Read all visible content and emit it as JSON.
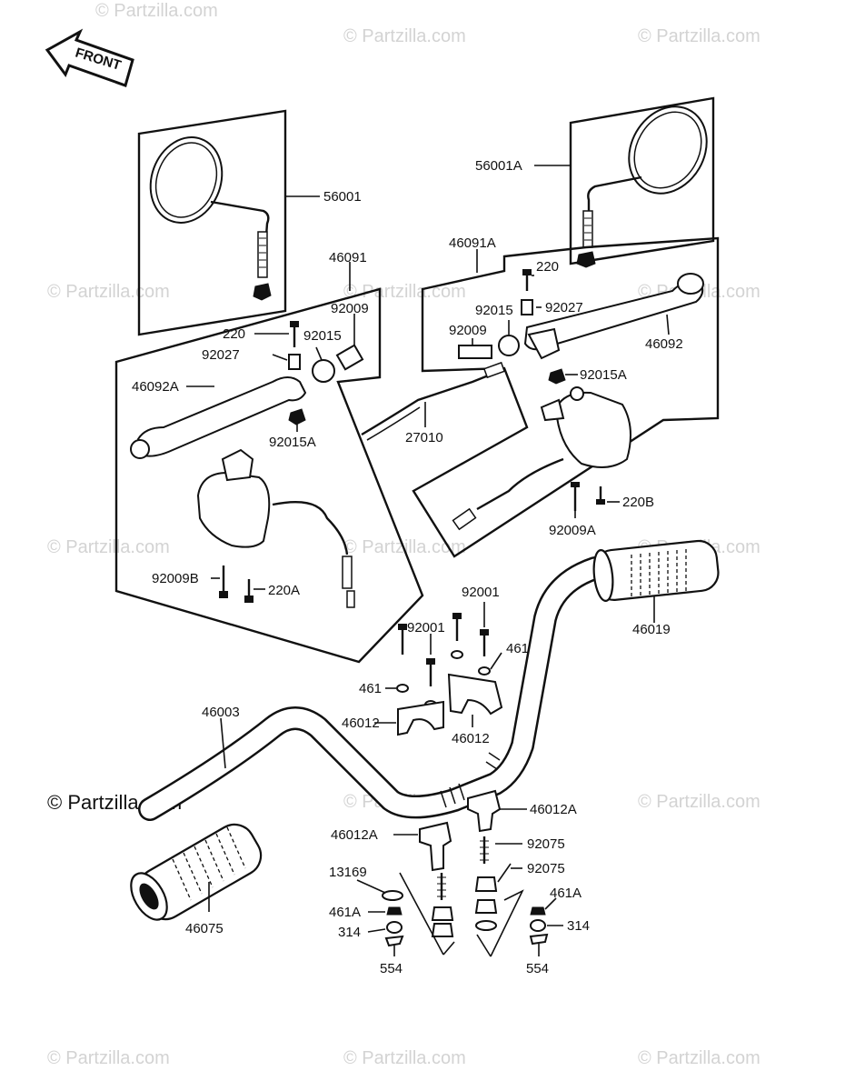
{
  "front_label": "FRONT",
  "watermark": "© Partzilla.com",
  "watermark_main": "© Partzilla.com",
  "labels": {
    "p56001": "56001",
    "p56001A": "56001A",
    "p46091": "46091",
    "p46091A": "46091A",
    "p92009_left": "92009",
    "p220_left": "220",
    "p92015_left": "92015",
    "p92027_left": "92027",
    "p46092A": "46092A",
    "p92015A_left": "92015A",
    "p220_right": "220",
    "p92015_right": "92015",
    "p92027_right": "92027",
    "p92009_right": "92009",
    "p46092": "46092",
    "p92015A_right": "92015A",
    "p27010": "27010",
    "p220B": "220B",
    "p92009A": "92009A",
    "p92009B": "92009B",
    "p220A": "220A",
    "p92001_top": "92001",
    "p92001_mid": "92001",
    "p461_right": "461",
    "p461_left": "461",
    "p46019": "46019",
    "p46003": "46003",
    "p46012_left": "46012",
    "p46012_right": "46012",
    "p46012A_right": "46012A",
    "p46012A_left": "46012A",
    "p92075_a": "92075",
    "p92075_b": "92075",
    "p13169": "13169",
    "p461A_left": "461A",
    "p461A_right": "461A",
    "p314_left": "314",
    "p314_right": "314",
    "p554_left": "554",
    "p554_right": "554",
    "p46075": "46075"
  }
}
